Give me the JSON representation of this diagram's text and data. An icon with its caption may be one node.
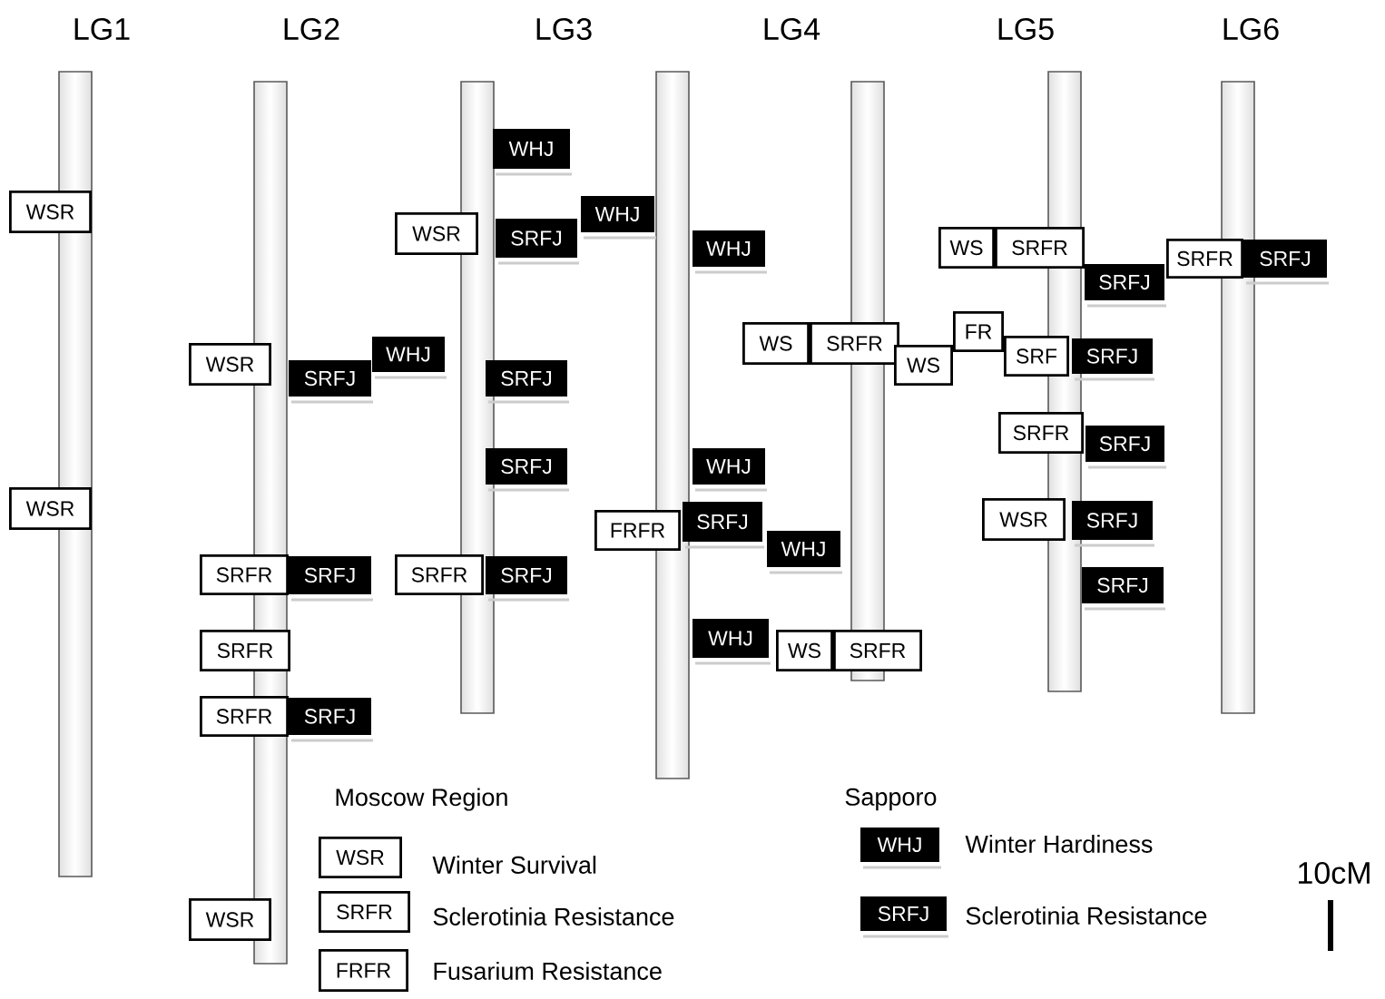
{
  "diagram": {
    "nodes": [
      {
        "text": [
          "WSR"
        ]
      },
      {
        "text": [
          "WSR"
        ]
      },
      {
        "text": [
          "WSR"
        ]
      },
      {
        "text": [
          "WHJ"
        ]
      },
      {
        "text": [
          "SRFJ"
        ]
      },
      {
        "text": [
          "SRFR"
        ]
      },
      {
        "text": [
          "SRFJ"
        ]
      },
      {
        "text": [
          "SRFR"
        ]
      },
      {
        "text": [
          "SRFR"
        ]
      },
      {
        "text": [
          "SRFJ"
        ]
      },
      {
        "text": [
          "WSR"
        ]
      },
      {
        "text": [
          "WHJ"
        ]
      },
      {
        "text": [
          "WHJ"
        ]
      },
      {
        "text": [
          "WSR"
        ]
      },
      {
        "text": [
          "SRFJ"
        ]
      },
      {
        "text": [
          "SRFJ"
        ]
      },
      {
        "text": [
          "SRFJ"
        ]
      },
      {
        "text": [
          "SRFR"
        ]
      },
      {
        "text": [
          "SRFJ"
        ]
      },
      {
        "text": [
          "WHJ"
        ]
      },
      {
        "text": [
          "WHJ"
        ]
      },
      {
        "text": [
          "FRFR"
        ]
      },
      {
        "text": [
          "SRFJ"
        ]
      },
      {
        "text": [
          "WHJ"
        ]
      },
      {
        "text": [
          "WHJ"
        ]
      },
      {
        "text": [
          "WS"
        ]
      },
      {
        "text": [
          "SRFR"
        ]
      },
      {
        "text": [
          "WS"
        ]
      },
      {
        "text": [
          "SRFR"
        ]
      },
      {
        "text": [
          "WS"
        ]
      },
      {
        "text": [
          "SRFR"
        ]
      },
      {
        "text": [
          "SRFJ"
        ]
      },
      {
        "text": [
          "FR"
        ]
      },
      {
        "text": [
          "WS"
        ]
      },
      {
        "text": [
          "SRF"
        ]
      },
      {
        "text": [
          "SRFJ"
        ]
      },
      {
        "text": [
          "SRFR"
        ]
      },
      {
        "text": [
          "SRFJ"
        ]
      },
      {
        "text": [
          "WSR"
        ]
      },
      {
        "text": [
          "SRFJ"
        ]
      },
      {
        "text": [
          "SRFJ"
        ]
      },
      {
        "text": [
          "SRFR"
        ]
      },
      {
        "text": [
          "SRFJ"
        ]
      },
      {
        "text": [
          "WSR"
        ]
      },
      {
        "text": [
          "SRFR"
        ]
      },
      {
        "text": [
          "FRFR"
        ]
      },
      {
        "text": [
          "WHJ"
        ]
      },
      {
        "text": [
          "SRFJ"
        ]
      }
    ],
    "labels": [
      "LG1",
      "LG2",
      "LG3",
      "LG4",
      "LG5",
      "LG6",
      "Moscow Region",
      "Winter Survival",
      "Sclerotinia Resistance",
      "Fusarium Resistance",
      "Sapporo",
      "Winter Hardiness",
      "Sclerotinia Resistance",
      "10cM"
    ]
  }
}
